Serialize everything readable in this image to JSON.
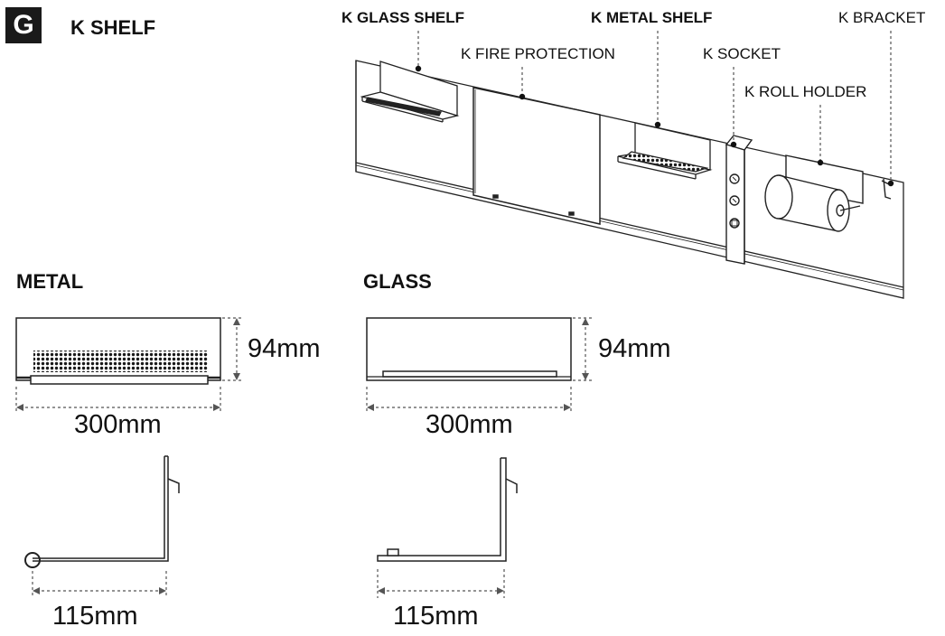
{
  "header": {
    "badge": "G",
    "title": "K SHELF"
  },
  "callouts": {
    "glass_shelf": "K GLASS SHELF",
    "fire_protection": "K FIRE PROTECTION",
    "metal_shelf": "K METAL SHELF",
    "socket": "K SOCKET",
    "bracket": "K BRACKET",
    "roll_holder": "K ROLL HOLDER"
  },
  "metal": {
    "heading": "METAL",
    "height": "94mm",
    "width": "300mm",
    "depth": "115mm"
  },
  "glass": {
    "heading": "GLASS",
    "height": "94mm",
    "width": "300mm",
    "depth": "115mm"
  }
}
